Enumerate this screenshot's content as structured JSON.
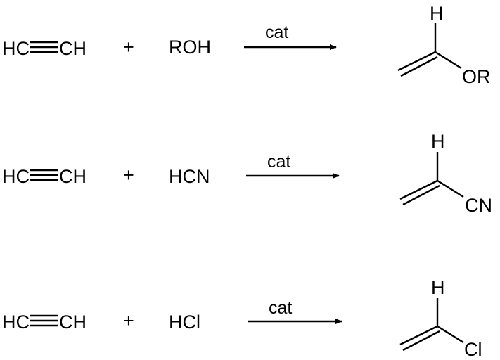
{
  "reactions": [
    {
      "reactant1": [
        "HC",
        "CH"
      ],
      "plus": "+",
      "reactant2": "ROH",
      "catalyst": "cat",
      "product": {
        "top": "H",
        "substituent": "OR"
      }
    },
    {
      "reactant1": [
        "HC",
        "CH"
      ],
      "plus": "+",
      "reactant2": "HCN",
      "catalyst": "cat",
      "product": {
        "top": "H",
        "substituent": "CN"
      }
    },
    {
      "reactant1": [
        "HC",
        "CH"
      ],
      "plus": "+",
      "reactant2": "HCl",
      "catalyst": "cat",
      "product": {
        "top": "H",
        "substituent": "Cl"
      }
    }
  ]
}
